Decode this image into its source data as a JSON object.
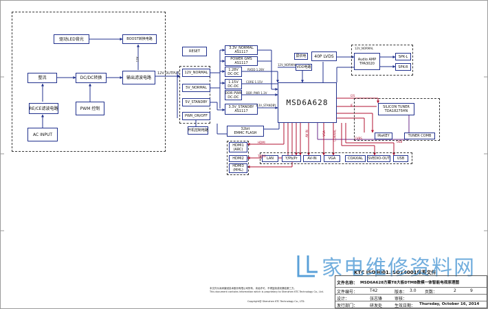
{
  "header": {
    "kt_title": "KTC ISO9001.ISO14001体系文件"
  },
  "power_section": {
    "led_backlight": "驱动LED背光",
    "boost": "BOOST转换电路",
    "rectifier": "整流",
    "dcdc": "DC/DC转换",
    "output_filter": "输出滤波电路",
    "emi_filter": "RE/CE滤波电路",
    "pwm": "PWM 控制",
    "ac_input": "AC INPUT",
    "v12_label": "12V",
    "v12_output": "12V OUTPUT"
  },
  "power_rails": {
    "v12_normal": "12V_NORMAL",
    "v5_normal": "5V_NORMAL",
    "v5_standby": "5V_STANDBY",
    "pwr_on_off": "PWR_ON/OFF",
    "reset": "RESET"
  },
  "regulators": {
    "as1117_33": "AS1117",
    "as1117_33_top": "3.3V_NORMAL",
    "as1117_12": "AS1117",
    "as1117_12_top": "POWER GMS",
    "dcdc_128": "1.28V\nDC-DC",
    "dcdc_115": "1.15V\nDC-DC",
    "ddr_pwr": "DDR PWR\nDC-DC",
    "standby_33": "3.3V_STANDBY\nAS1117",
    "power_ctrl": "开机控制电路"
  },
  "main_chip": {
    "name": "MSD6A628",
    "vdd_label": "VDD电路",
    "lvds": "40P LVDS",
    "lvds_sub": "屏供电",
    "v12_normal_label": "12V_NORMAL"
  },
  "audio": {
    "amp": "Audio AMP\nTPA3020",
    "v12": "12V_NORMAL",
    "spk_l": "SPK-L",
    "spk_r": "SPK-R"
  },
  "tuner": {
    "silicon": "SILICON TUNER\nTDA18275HN",
    "irkey": "IRaKEY",
    "tuner_comb": "TUNER COMB"
  },
  "storage": {
    "emmc": "32bit\nEMMC FLASH"
  },
  "inputs": {
    "hdmi1": "HDMI1\n(ARC)",
    "hdmi2": "HDMI2",
    "hdmi3": "HDMI3\n(MHL)",
    "lan": "LAN",
    "ypbpr": "Y/Pb/Pr",
    "av_in": "AV-IN",
    "vga": "VGA",
    "coaxial": "COAXIAL",
    "svideo_out": "SVEDIO-OUT",
    "usb": "USB"
  },
  "signal_labels": {
    "ddr": "DDR_PWR 1.3V",
    "core": "CORE 1.15V",
    "rvdd": "RVDD 1.28V",
    "v33_std": "3.3V_STANDBY",
    "hdmi": "HDMI",
    "tmds": "TMDS",
    "usb": "USB",
    "i2s": "I2S",
    "if": "IF",
    "avin": "AV IN",
    "vga": "VGA",
    "coaxial": "COAXIAL",
    "cvbs": "CVBS"
  },
  "title_block": {
    "file_name_label": "文件名称：",
    "file_name": "MSD6A628方案T8大板DTMB数模一体智能电视原理图",
    "file_no_label": "文件编号：",
    "file_no": "T42",
    "version_label": "版本：",
    "version": "3.0",
    "page_label": "页数：",
    "page": "2",
    "page_of": "9",
    "design_label": "设计：",
    "designer": "张志锋",
    "reviewer_label": "审核：",
    "issue_label": "发行部门：",
    "dept": "研发处",
    "effective_label": "生效日期：",
    "date": "Thursday, October 16, 2014"
  },
  "footer_notes": {
    "line1": "本文件为深圳康冠技术股份有限公司所有，未经许可，不得复制或泄漏给第三方。",
    "line2": "This document contains information which is proprietary to Shenzhen KTC Technology Co., Ltd.",
    "line3": "Copyright@ Shenzhen KTC Technology Co., LTD."
  },
  "watermark": {
    "text": "家电维修资料网"
  },
  "colors": {
    "wire_blue": "#1f2f8c",
    "wire_red": "#b01030",
    "wire_purple": "#6a2a8a",
    "watermark": "#5aa0d8"
  }
}
